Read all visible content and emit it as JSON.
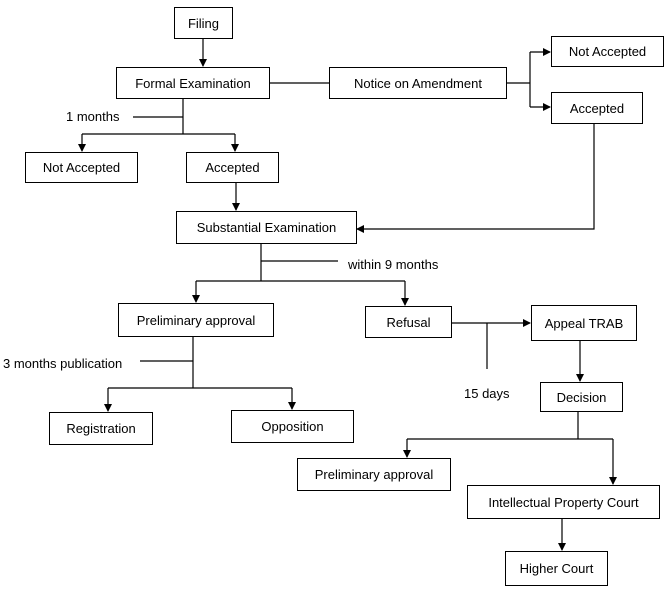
{
  "nodes": {
    "filing": "Filing",
    "formal_examination": "Formal Examination",
    "notice_on_amendment": "Notice on Amendment",
    "notice_not_accepted": "Not Accepted",
    "notice_accepted": "Accepted",
    "formal_not_accepted": "Not Accepted",
    "formal_accepted": "Accepted",
    "substantial_examination": "Substantial Examination",
    "preliminary_approval": "Preliminary approval",
    "refusal": "Refusal",
    "appeal_trab": "Appeal TRAB",
    "registration": "Registration",
    "opposition": "Opposition",
    "decision": "Decision",
    "decision_preliminary_approval": "Preliminary approval",
    "intellectual_property_court": "Intellectual Property Court",
    "higher_court": "Higher Court"
  },
  "labels": {
    "one_month": "1 months",
    "within_9_months": "within 9 months",
    "three_months_publication": "3 months publication",
    "fifteen_days": "15 days"
  },
  "style": {
    "line_color": "#000000",
    "box_border_color": "#000000",
    "background": "#ffffff"
  }
}
